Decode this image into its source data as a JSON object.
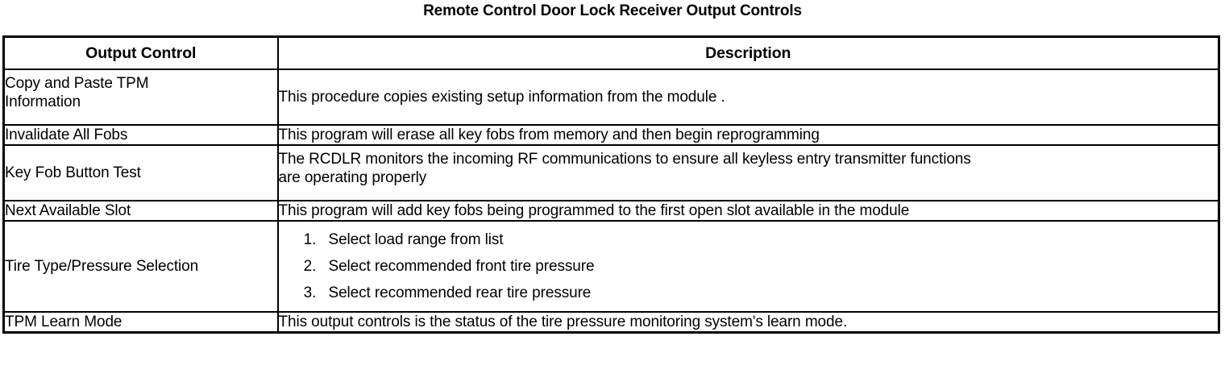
{
  "document": {
    "title": "Remote Control Door Lock Receiver Output Controls"
  },
  "table": {
    "headers": {
      "col1": "Output Control",
      "col2": "Description"
    },
    "rows": [
      {
        "name_line1": "Copy and Paste TPM",
        "name_line2": "Information",
        "description": "This procedure copies existing setup information from the module ."
      },
      {
        "name": "Invalidate All Fobs",
        "description": "This program will erase all key fobs from memory and then begin reprogramming"
      },
      {
        "name": "Key Fob Button Test",
        "desc_line1": "The RCDLR monitors the incoming RF communications to ensure all keyless entry transmitter functions",
        "desc_line2": "are operating properly"
      },
      {
        "name": "Next Available Slot",
        "description": "This program will add key fobs being programmed to the first open slot available in the module"
      },
      {
        "name": "Tire Type/Pressure Selection",
        "steps": [
          "Select load range from list",
          "Select recommended front tire pressure",
          "Select recommended rear tire pressure"
        ]
      },
      {
        "name": "TPM Learn Mode",
        "description": "This output controls is the status of the tire pressure monitoring system's learn mode."
      }
    ]
  }
}
